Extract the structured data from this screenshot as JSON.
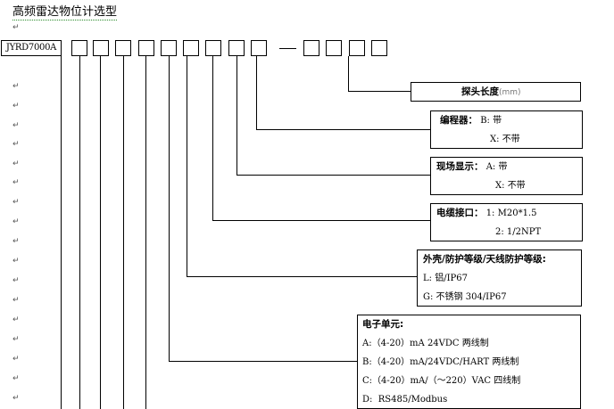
{
  "title": "高频雷达物位计选型",
  "model": "JYRD7000A",
  "paragraph_mark": "↵",
  "probe_box": {
    "label": "探头长度",
    "unit": "(mm)"
  },
  "encoder_box": {
    "label": "编程器：",
    "options": [
      {
        "code": "B:",
        "text": "带"
      },
      {
        "code": "X:",
        "text": "不带"
      }
    ]
  },
  "display_box": {
    "label": "现场显示：",
    "options": [
      {
        "code": "A:",
        "text": "带"
      },
      {
        "code": "X:",
        "text": "不带"
      }
    ]
  },
  "cable_box": {
    "label": "电缆接口：",
    "options": [
      {
        "code": "1:",
        "text": "M20*1.5"
      },
      {
        "code": "2:",
        "text": "1/2NPT"
      }
    ]
  },
  "housing_box": {
    "label": "外壳/防护等级/天线防护等级:",
    "options": [
      {
        "code": "L:",
        "text": "铝/IP67"
      },
      {
        "code": "G:",
        "text": "不锈钢 304/IP67"
      }
    ]
  },
  "electronics_box": {
    "label": "电子单元:",
    "options": [
      {
        "code": "A:",
        "text": "（4-20）mA 24VDC 两线制"
      },
      {
        "code": "B:",
        "text": "（4-20）mA/24VDC/HART 两线制"
      },
      {
        "code": "C:",
        "text": "（4-20）mA/（～220）VAC 四线制"
      },
      {
        "code": "D:",
        "text": "RS485/Modbus"
      }
    ]
  }
}
